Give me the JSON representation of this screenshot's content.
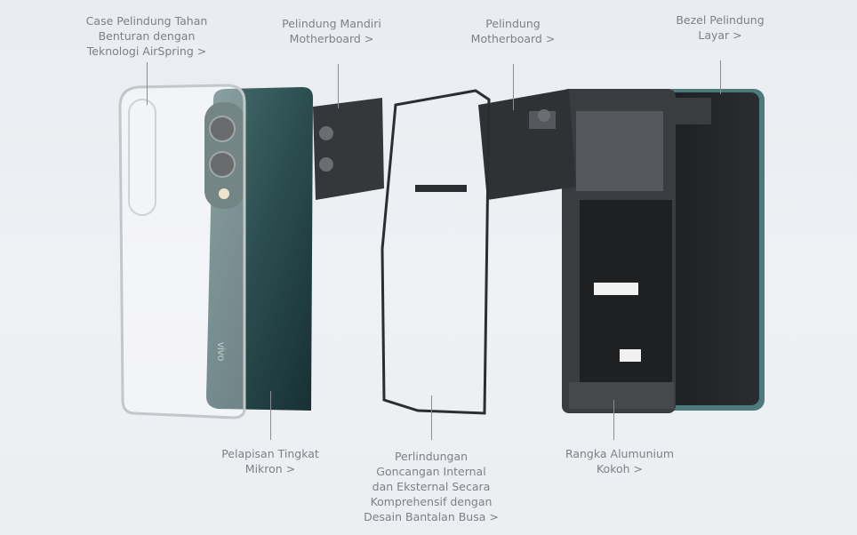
{
  "labels": {
    "case": [
      "Case Pelindung Tahan",
      "Benturan dengan",
      "Teknologi AirSpring >"
    ],
    "motherboard_shield": [
      "Pelindung Mandiri",
      "Motherboard >"
    ],
    "motherboard": [
      "Pelindung",
      "Motherboard >"
    ],
    "bezel": [
      "Bezel Pelindung",
      "Layar >"
    ],
    "coating": [
      "Pelapisan Tingkat",
      "Mikron >"
    ],
    "foam": [
      "Perlindungan",
      "Goncangan Internal",
      "dan Eksternal Secara",
      "Komprehensif dengan",
      "Desain Bantalan Busa >"
    ],
    "frame": [
      "Rangka Alumunium",
      "Kokoh >"
    ]
  },
  "logo_text": "vivo",
  "colors": {
    "back_panel": "#2f5253",
    "text": "#7d8087",
    "frame": "#2c2e31"
  }
}
